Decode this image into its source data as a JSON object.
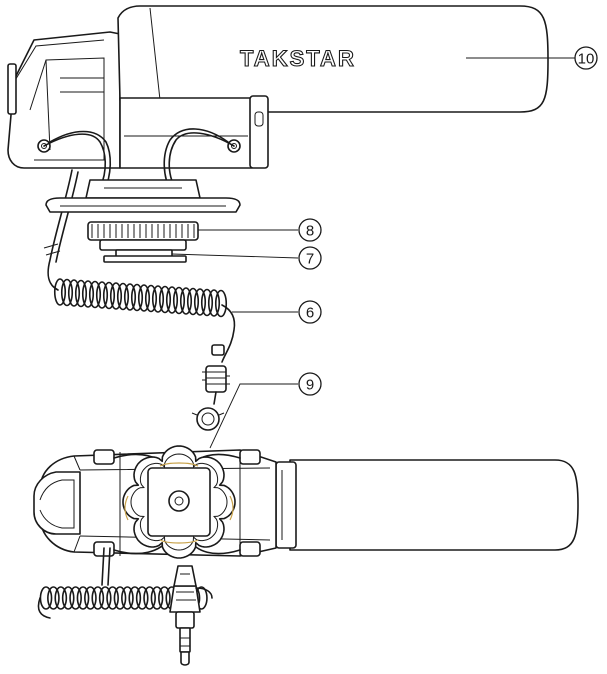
{
  "brand": "TAKSTAR",
  "callouts": [
    {
      "id": "callout-10",
      "label": "10"
    },
    {
      "id": "callout-8",
      "label": "8"
    },
    {
      "id": "callout-7",
      "label": "7"
    },
    {
      "id": "callout-6",
      "label": "6"
    },
    {
      "id": "callout-9",
      "label": "9"
    }
  ]
}
